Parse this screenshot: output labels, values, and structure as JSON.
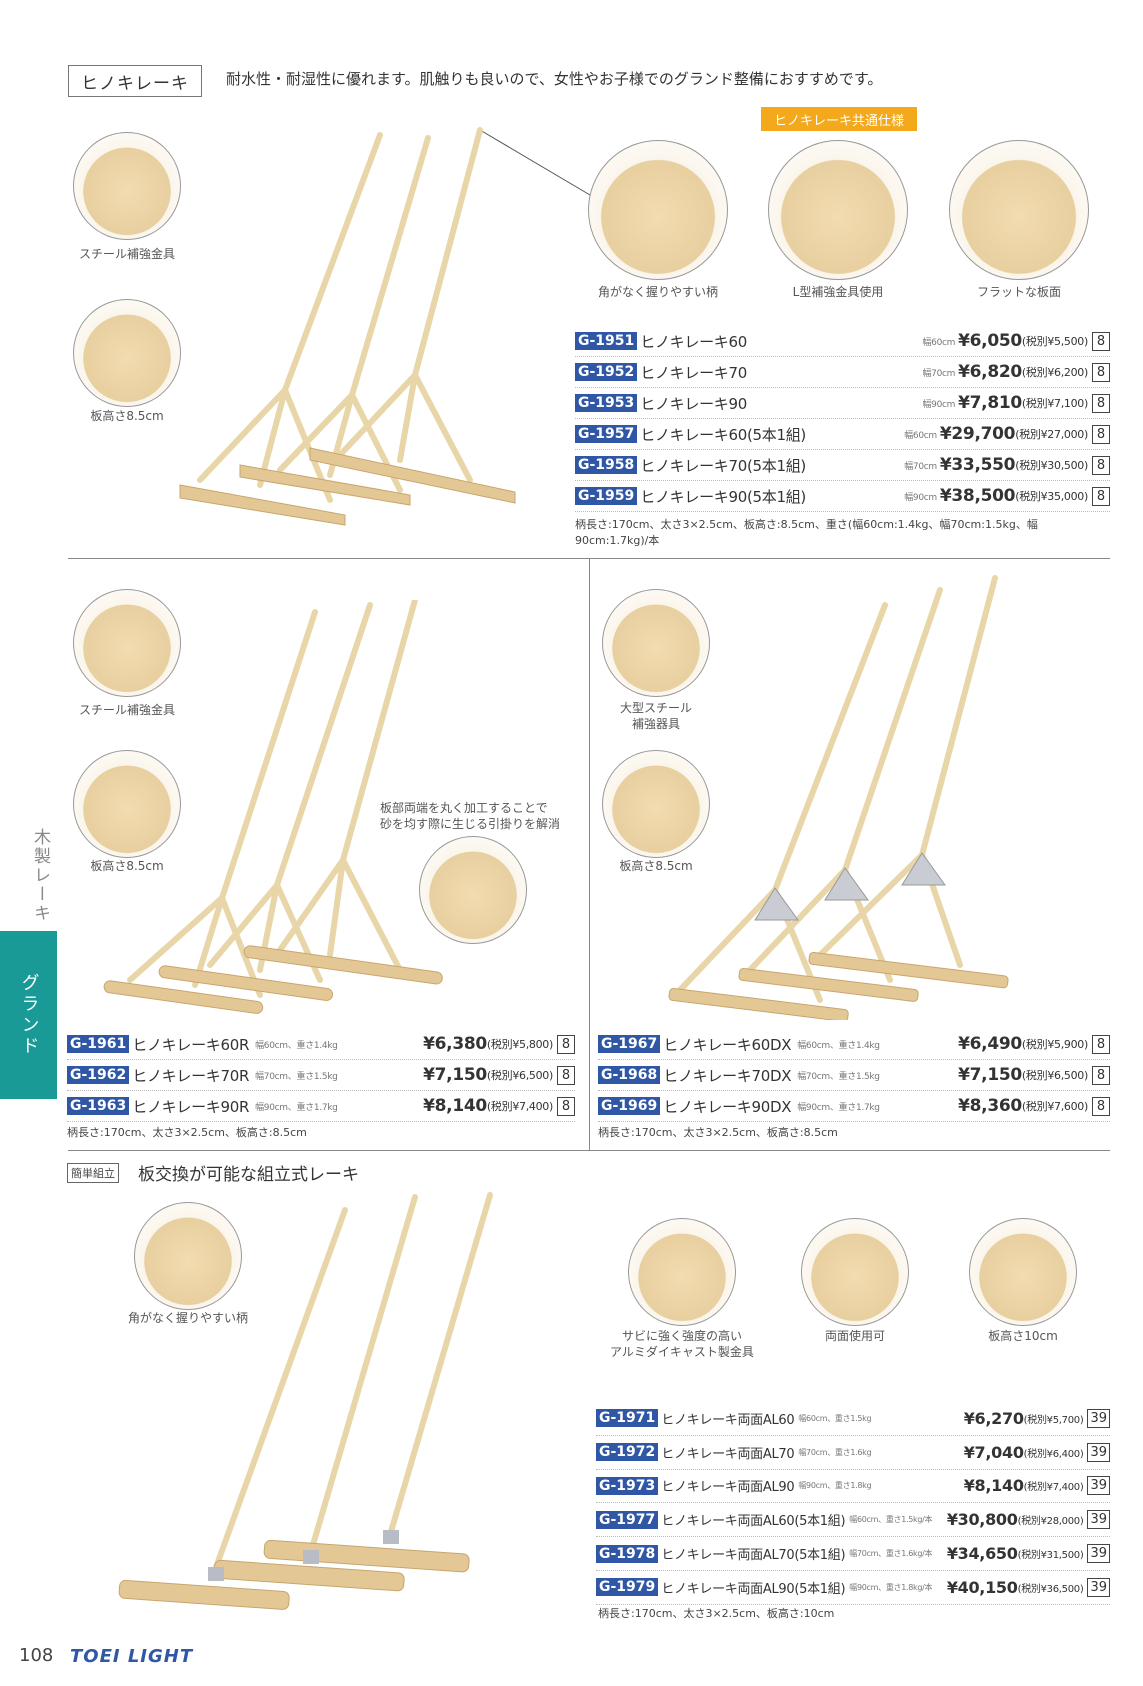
{
  "section1": {
    "title": "ヒノキレーキ",
    "description": "耐水性・耐湿性に優れます。肌触りも良いので、女性やお子様でのグランド整備におすすめです。",
    "badge": "ヒノキレーキ共通仕様",
    "features": [
      "角がなく握りやすい柄",
      "L型補強金具使用",
      "フラットな板面"
    ],
    "left_details": [
      "スチール補強金具",
      "板高さ8.5cm"
    ],
    "products": [
      {
        "code": "G-1951",
        "name": "ヒノキレーキ60",
        "spec": "幅60cm",
        "price": "¥6,050",
        "tax": "(税別¥5,500)",
        "page": "8"
      },
      {
        "code": "G-1952",
        "name": "ヒノキレーキ70",
        "spec": "幅70cm",
        "price": "¥6,820",
        "tax": "(税別¥6,200)",
        "page": "8"
      },
      {
        "code": "G-1953",
        "name": "ヒノキレーキ90",
        "spec": "幅90cm",
        "price": "¥7,810",
        "tax": "(税別¥7,100)",
        "page": "8"
      },
      {
        "code": "G-1957",
        "name": "ヒノキレーキ60(5本1組)",
        "spec": "幅60cm",
        "price": "¥29,700",
        "tax": "(税別¥27,000)",
        "page": "8"
      },
      {
        "code": "G-1958",
        "name": "ヒノキレーキ70(5本1組)",
        "spec": "幅70cm",
        "price": "¥33,550",
        "tax": "(税別¥30,500)",
        "page": "8"
      },
      {
        "code": "G-1959",
        "name": "ヒノキレーキ90(5本1組)",
        "spec": "幅90cm",
        "price": "¥38,500",
        "tax": "(税別¥35,000)",
        "page": "8"
      }
    ],
    "note": "柄長さ:170cm、太さ3×2.5cm、板高さ:8.5cm、重さ(幅60cm:1.4kg、幅70cm:1.5kg、幅90cm:1.7kg)/本"
  },
  "section2": {
    "left_details": [
      "スチール補強金具",
      "板高さ8.5cm"
    ],
    "callout": "板部両端を丸く加工することで\n砂を均す際に生じる引掛りを解消",
    "products": [
      {
        "code": "G-1961",
        "name": "ヒノキレーキ60R",
        "spec": "幅60cm、重さ1.4kg",
        "price": "¥6,380",
        "tax": "(税別¥5,800)",
        "page": "8"
      },
      {
        "code": "G-1962",
        "name": "ヒノキレーキ70R",
        "spec": "幅70cm、重さ1.5kg",
        "price": "¥7,150",
        "tax": "(税別¥6,500)",
        "page": "8"
      },
      {
        "code": "G-1963",
        "name": "ヒノキレーキ90R",
        "spec": "幅90cm、重さ1.7kg",
        "price": "¥8,140",
        "tax": "(税別¥7,400)",
        "page": "8"
      }
    ],
    "note": "柄長さ:170cm、太さ3×2.5cm、板高さ:8.5cm"
  },
  "section3": {
    "left_details": [
      "大型スチール\n補強器具",
      "板高さ8.5cm"
    ],
    "products": [
      {
        "code": "G-1967",
        "name": "ヒノキレーキ60DX",
        "spec": "幅60cm、重さ1.4kg",
        "price": "¥6,490",
        "tax": "(税別¥5,900)",
        "page": "8"
      },
      {
        "code": "G-1968",
        "name": "ヒノキレーキ70DX",
        "spec": "幅70cm、重さ1.5kg",
        "price": "¥7,150",
        "tax": "(税別¥6,500)",
        "page": "8"
      },
      {
        "code": "G-1969",
        "name": "ヒノキレーキ90DX",
        "spec": "幅90cm、重さ1.7kg",
        "price": "¥8,360",
        "tax": "(税別¥7,600)",
        "page": "8"
      }
    ],
    "note": "柄長さ:170cm、太さ3×2.5cm、板高さ:8.5cm"
  },
  "section4": {
    "tag": "簡単組立",
    "title": "板交換が可能な組立式レーキ",
    "left_detail": "角がなく握りやすい柄",
    "features": [
      "サビに強く強度の高い\nアルミダイキャスト製金具",
      "両面使用可",
      "板高さ10cm"
    ],
    "products": [
      {
        "code": "G-1971",
        "name": "ヒノキレーキ両面AL60",
        "spec": "幅60cm、重さ1.5kg",
        "price": "¥6,270",
        "tax": "(税別¥5,700)",
        "page": "39"
      },
      {
        "code": "G-1972",
        "name": "ヒノキレーキ両面AL70",
        "spec": "幅70cm、重さ1.6kg",
        "price": "¥7,040",
        "tax": "(税別¥6,400)",
        "page": "39"
      },
      {
        "code": "G-1973",
        "name": "ヒノキレーキ両面AL90",
        "spec": "幅90cm、重さ1.8kg",
        "price": "¥8,140",
        "tax": "(税別¥7,400)",
        "page": "39"
      },
      {
        "code": "G-1977",
        "name": "ヒノキレーキ両面AL60(5本1組)",
        "spec": "幅60cm、重さ1.5kg/本",
        "price": "¥30,800",
        "tax": "(税別¥28,000)",
        "page": "39"
      },
      {
        "code": "G-1978",
        "name": "ヒノキレーキ両面AL70(5本1組)",
        "spec": "幅70cm、重さ1.6kg/本",
        "price": "¥34,650",
        "tax": "(税別¥31,500)",
        "page": "39"
      },
      {
        "code": "G-1979",
        "name": "ヒノキレーキ両面AL90(5本1組)",
        "spec": "幅90cm、重さ1.8kg/本",
        "price": "¥40,150",
        "tax": "(税別¥36,500)",
        "page": "39"
      }
    ],
    "note": "柄長さ:170cm、太さ3×2.5cm、板高さ:10cm"
  },
  "side": {
    "category": "木製レーキ",
    "tab": "グランド"
  },
  "footer": {
    "page_number": "108",
    "brand": "TOEI LIGHT"
  },
  "colors": {
    "code_bg": "#2f57a6",
    "badge": "#f4a81c",
    "tab": "#1a9a96"
  }
}
